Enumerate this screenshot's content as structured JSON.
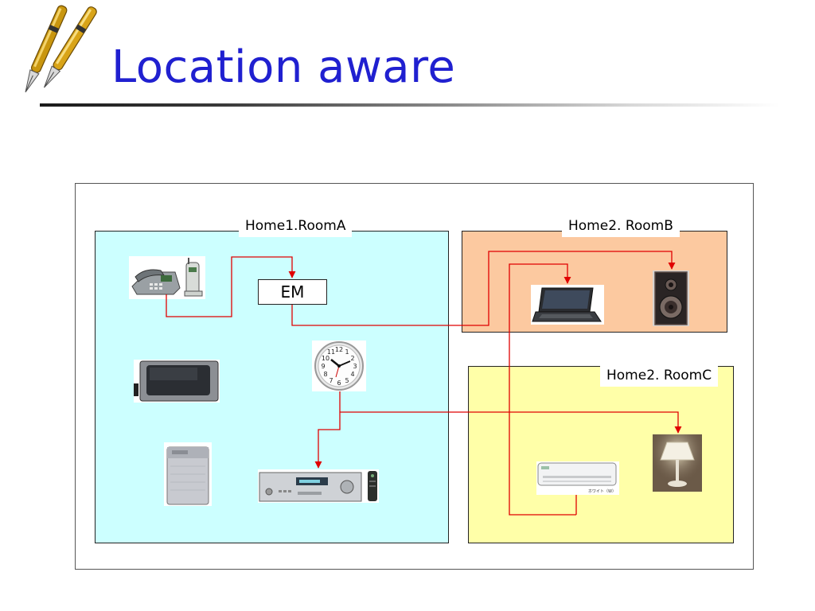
{
  "slide": {
    "title": "Location aware"
  },
  "rooms": {
    "a": {
      "label": "Home1.RoomA"
    },
    "b": {
      "label": "Home2. RoomB"
    },
    "c": {
      "label": "Home2. RoomC"
    }
  },
  "em": {
    "label": "EM"
  },
  "devices": {
    "telephone": "phone-icon",
    "tv": "tv-icon",
    "washer": "washing-machine-icon",
    "clock": "clock-icon",
    "stereo": "stereo-receiver-icon",
    "laptop": "laptop-icon",
    "speaker": "speaker-icon",
    "lamp": "lamp-icon",
    "aircon": "air-conditioner-icon"
  },
  "clock_numbers": [
    "12",
    "1",
    "2",
    "3",
    "4",
    "5",
    "6",
    "7",
    "8",
    "9",
    "10",
    "11"
  ],
  "aircon_caption": "ホワイト（W）",
  "colors": {
    "title": "#2020d0",
    "room_a": "#ccffff",
    "room_b": "#fcc9a0",
    "room_c": "#ffffa8",
    "link": "#e00000"
  }
}
